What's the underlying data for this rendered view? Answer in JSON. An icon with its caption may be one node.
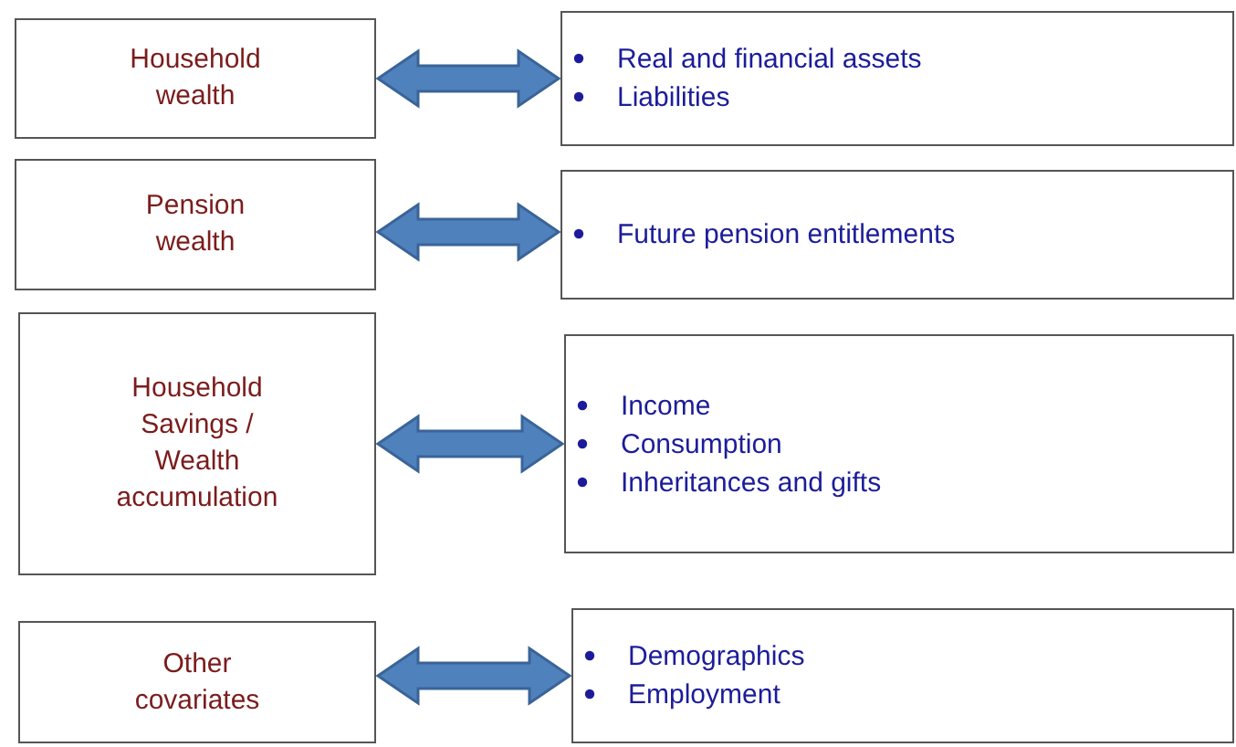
{
  "diagram": {
    "nodes": [
      {
        "text": [
          "Household wealth"
        ]
      },
      {
        "text": [
          "Real and financial assets",
          "Liabilities"
        ]
      },
      {
        "text": [
          "Pension wealth"
        ]
      },
      {
        "text": [
          "Future pension entitlements"
        ]
      },
      {
        "text": [
          "Household Savings / Wealth accumulation"
        ]
      },
      {
        "text": [
          "Income",
          "Consumption",
          "Inheritances and gifts"
        ]
      },
      {
        "text": [
          "Other covariates"
        ]
      },
      {
        "text": [
          "Demographics",
          "Employment"
        ]
      }
    ],
    "edges": [
      {
        "from": 0,
        "to": 1,
        "arrow": "both"
      },
      {
        "from": 2,
        "to": 3,
        "arrow": "both"
      },
      {
        "from": 4,
        "to": 5,
        "arrow": "both"
      },
      {
        "from": 6,
        "to": 7,
        "arrow": "both"
      }
    ]
  }
}
